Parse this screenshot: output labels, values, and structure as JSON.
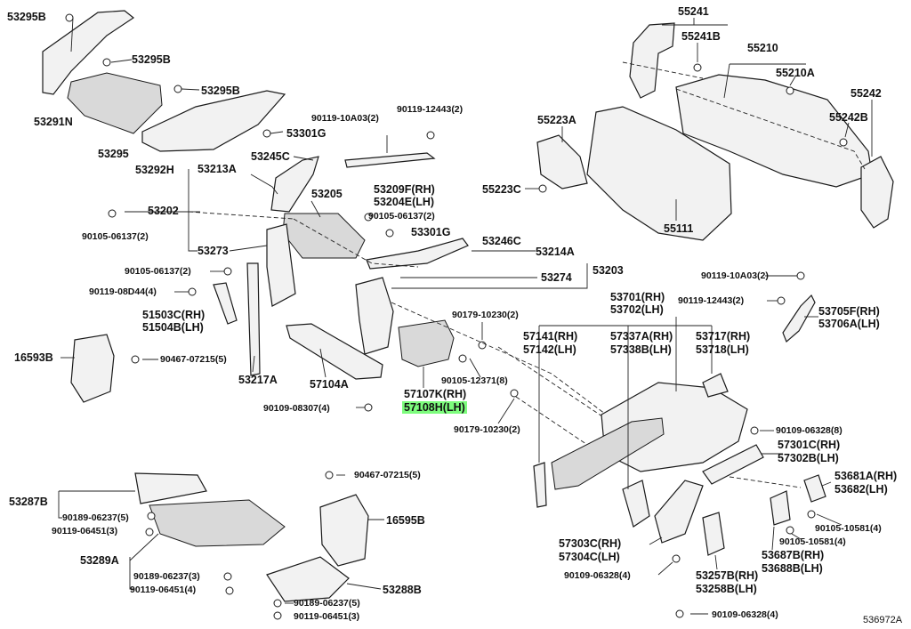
{
  "diagram_code": "536972A",
  "highlight_color": "#7dfc7d",
  "labels": {
    "l53295B_a": "53295B",
    "l53295B_b": "53295B",
    "l53295B_c": "53295B",
    "l53291N": "53291N",
    "l53295": "53295",
    "l53292H": "53292H",
    "l90119_10A03_a": "90119-10A03(2)",
    "l90119_12443_a": "90119-12443(2)",
    "l53301G_a": "53301G",
    "l53245C": "53245C",
    "l53213A": "53213A",
    "l53205": "53205",
    "l53209F": "53209F(RH)",
    "l53204E": "53204E(LH)",
    "l53202": "53202",
    "l90105_06137_a": "90105-06137(2)",
    "l90105_06137_b": "90105-06137(2)",
    "l90105_06137_c": "90105-06137(2)",
    "l53301G_b": "53301G",
    "l53246C": "53246C",
    "l53273": "53273",
    "l53214A": "53214A",
    "l53203": "53203",
    "l53274": "53274",
    "l90119_08D44": "90119-08D44(4)",
    "l51503C": "51503C(RH)",
    "l51504B": "51504B(LH)",
    "l90179_10230_a": "90179-10230(2)",
    "l16593B": "16593B",
    "l90467_07215_a": "90467-07215(5)",
    "l53217A": "53217A",
    "l57104A": "57104A",
    "l90105_12371": "90105-12371(8)",
    "l57107K": "57107K(RH)",
    "l57108H": "57108H(LH)",
    "l90109_08307": "90109-08307(4)",
    "l90179_10230_b": "90179-10230(2)",
    "l55241": "55241",
    "l55241B": "55241B",
    "l55210": "55210",
    "l55210A": "55210A",
    "l55242": "55242",
    "l55242B": "55242B",
    "l55223A": "55223A",
    "l55223C": "55223C",
    "l55111": "55111",
    "l90119_10A03_b": "90119-10A03(2)",
    "l90119_12443_b": "90119-12443(2)",
    "l53701": "53701(RH)",
    "l53702": "53702(LH)",
    "l53705F": "53705F(RH)",
    "l53706A": "53706A(LH)",
    "l57141": "57141(RH)",
    "l57142": "57142(LH)",
    "l57337A": "57337A(RH)",
    "l57338B": "57338B(LH)",
    "l53717": "53717(RH)",
    "l53718": "53718(LH)",
    "l90109_06328_a": "90109-06328(8)",
    "l57301C": "57301C(RH)",
    "l57302B": "57302B(LH)",
    "l53681A": "53681A(RH)",
    "l53682": "53682(LH)",
    "l90105_10581_a": "90105-10581(4)",
    "l90105_10581_b": "90105-10581(4)",
    "l53687B": "53687B(RH)",
    "l53688B": "53688B(LH)",
    "l53287B": "53287B",
    "l90189_06237_a": "90189-06237(5)",
    "l90119_06451_a": "90119-06451(3)",
    "l53289A": "53289A",
    "l90189_06237_b": "90189-06237(3)",
    "l90119_06451_b": "90119-06451(4)",
    "l90467_07215_b": "90467-07215(5)",
    "l16595B": "16595B",
    "l53288B": "53288B",
    "l90189_06237_c": "90189-06237(5)",
    "l90119_06451_c": "90119-06451(3)",
    "l57303C": "57303C(RH)",
    "l57304C": "57304C(LH)",
    "l90109_06328_b": "90109-06328(4)",
    "l53257B": "53257B(RH)",
    "l53258B": "53258B(LH)",
    "l90109_06328_c": "90109-06328(4)"
  }
}
